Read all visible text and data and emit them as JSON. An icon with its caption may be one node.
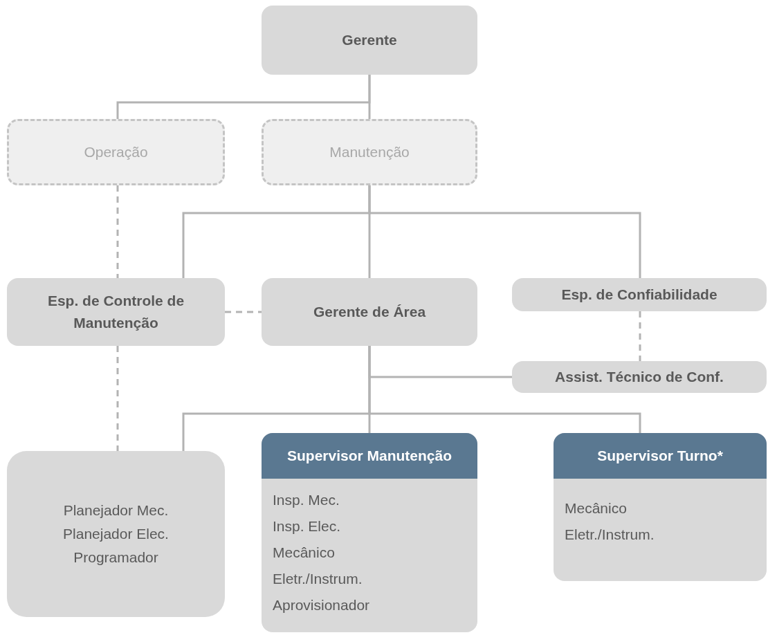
{
  "diagram": {
    "nodes": [
      {
        "text": [
          "Gerente"
        ]
      },
      {
        "text": [
          "Operação"
        ]
      },
      {
        "text": [
          "Manutenção"
        ]
      },
      {
        "text": [
          "Esp. de Controle de Manutenção"
        ]
      },
      {
        "text": [
          "Gerente de Área"
        ]
      },
      {
        "text": [
          "Esp. de Confiabilidade"
        ]
      },
      {
        "text": [
          "Assist. Técnico de Conf."
        ]
      },
      {
        "text": [
          "Planejador Mec.",
          "Planejador Elec.",
          "Programador"
        ]
      },
      {
        "text": [
          "Supervisor Manutenção",
          "Insp. Mec.",
          "Insp. Elec.",
          "Mecânico",
          "Eletr./Instrum.",
          "Aprovisionador"
        ]
      },
      {
        "text": [
          "Supervisor Turno*",
          "Mecânico",
          "Eletr./Instrum."
        ]
      }
    ],
    "edges": [
      {
        "from": 0,
        "to": 1,
        "arrow": "none"
      },
      {
        "from": 0,
        "to": 2,
        "arrow": "none"
      },
      {
        "from": 2,
        "to": 3,
        "arrow": "none"
      },
      {
        "from": 2,
        "to": 4,
        "arrow": "none"
      },
      {
        "from": 2,
        "to": 5,
        "arrow": "none"
      },
      {
        "from": 1,
        "to": 3,
        "arrow": "none",
        "style": "dashed"
      },
      {
        "from": 3,
        "to": 4,
        "arrow": "none",
        "style": "dashed"
      },
      {
        "from": 5,
        "to": 6,
        "arrow": "none",
        "style": "dashed"
      },
      {
        "from": 4,
        "to": 6,
        "arrow": "none"
      },
      {
        "from": 4,
        "to": 7,
        "arrow": "none"
      },
      {
        "from": 4,
        "to": 8,
        "arrow": "none"
      },
      {
        "from": 4,
        "to": 9,
        "arrow": "none"
      },
      {
        "from": 3,
        "to": 7,
        "arrow": "none",
        "style": "dashed"
      }
    ]
  }
}
